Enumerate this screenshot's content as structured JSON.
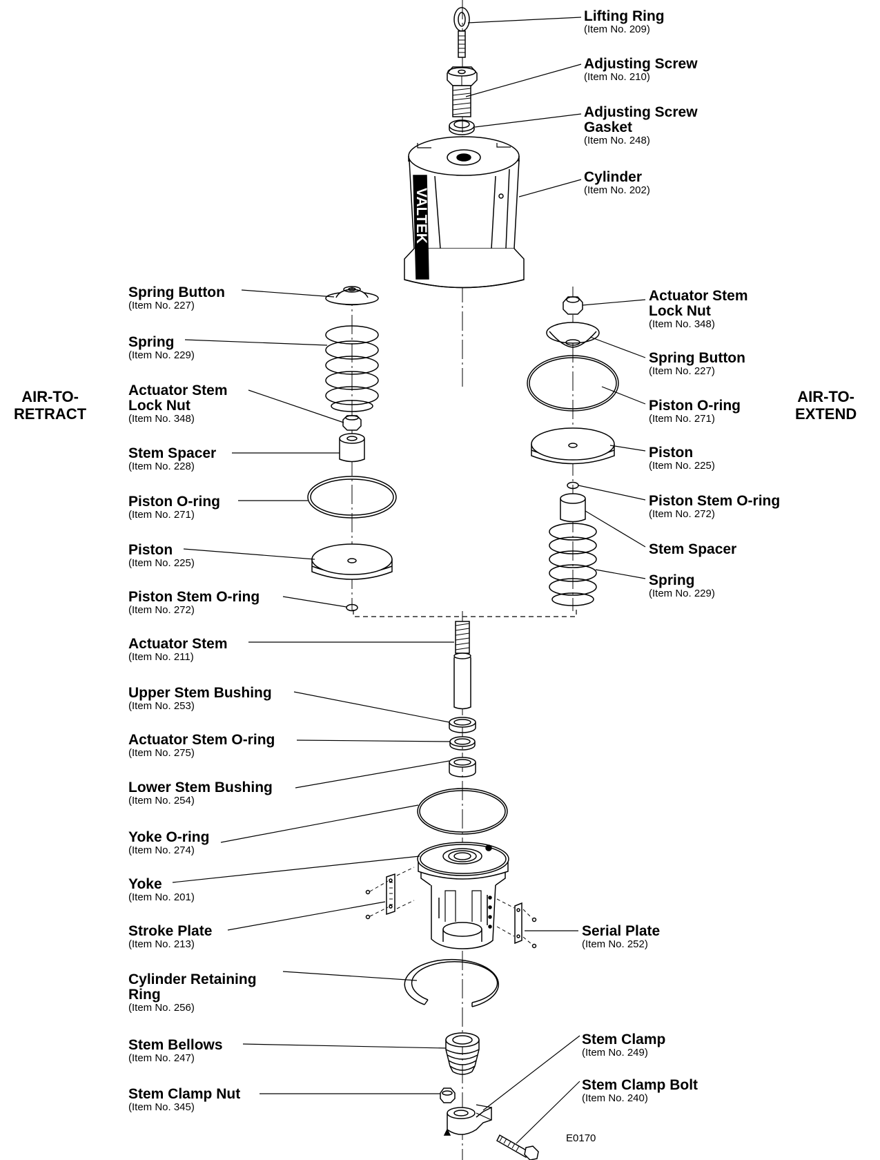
{
  "side_labels": {
    "left": [
      "AIR-TO-",
      "RETRACT"
    ],
    "right": [
      "AIR-TO-",
      "EXTEND"
    ]
  },
  "figure_code": "E0170",
  "brand_text": "VALTEK",
  "labels": {
    "lifting_ring": {
      "title": [
        "Lifting Ring"
      ],
      "item": "(Item No. 209)"
    },
    "adjusting_screw": {
      "title": [
        "Adjusting Screw"
      ],
      "item": "(Item No. 210)"
    },
    "adjusting_screw_gasket": {
      "title": [
        "Adjusting Screw",
        "Gasket"
      ],
      "item": "(Item  No. 248)"
    },
    "cylinder": {
      "title": [
        "Cylinder"
      ],
      "item": "(Item No. 202)"
    },
    "atr_spring_button": {
      "title": [
        "Spring Button"
      ],
      "item": "(Item No. 227)"
    },
    "atr_spring": {
      "title": [
        "Spring"
      ],
      "item": "(Item No. 229)"
    },
    "atr_stem_lock_nut": {
      "title": [
        "Actuator Stem",
        "Lock Nut"
      ],
      "item": "(Item No. 348)"
    },
    "atr_stem_spacer": {
      "title": [
        "Stem Spacer"
      ],
      "item": "(Item No. 228)"
    },
    "atr_piston_oring": {
      "title": [
        "Piston O-ring"
      ],
      "item": "(Item No. 271)"
    },
    "atr_piston": {
      "title": [
        "Piston"
      ],
      "item": "(Item No. 225)"
    },
    "atr_piston_stem_oring": {
      "title": [
        "Piston Stem O-ring"
      ],
      "item": "(Item No. 272)"
    },
    "ate_stem_lock_nut": {
      "title": [
        "Actuator Stem",
        "Lock Nut"
      ],
      "item": "(Item No. 348)"
    },
    "ate_spring_button": {
      "title": [
        "Spring Button"
      ],
      "item": "(Item No. 227)"
    },
    "ate_piston_oring": {
      "title": [
        "Piston O-ring"
      ],
      "item": "(Item No. 271)"
    },
    "ate_piston": {
      "title": [
        "Piston"
      ],
      "item": "(Item No. 225)"
    },
    "ate_piston_stem_oring": {
      "title": [
        "Piston Stem O-ring"
      ],
      "item": "(Item No. 272)"
    },
    "ate_stem_spacer": {
      "title": [
        "Stem Spacer"
      ],
      "item": ""
    },
    "ate_spring": {
      "title": [
        "Spring"
      ],
      "item": "(Item No. 229)"
    },
    "actuator_stem": {
      "title": [
        "Actuator Stem"
      ],
      "item": "(Item No. 211)"
    },
    "upper_stem_bushing": {
      "title": [
        "Upper Stem Bushing"
      ],
      "item": "(Item No. 253)"
    },
    "actuator_stem_oring": {
      "title": [
        "Actuator Stem O-ring"
      ],
      "item": "(Item No. 275)"
    },
    "lower_stem_bushing": {
      "title": [
        "Lower Stem Bushing"
      ],
      "item": "(Item No. 254)"
    },
    "yoke_oring": {
      "title": [
        "Yoke O-ring"
      ],
      "item": "(Item No. 274)"
    },
    "yoke": {
      "title": [
        "Yoke"
      ],
      "item": "(Item No. 201)"
    },
    "stroke_plate": {
      "title": [
        "Stroke Plate"
      ],
      "item": "(Item No. 213)"
    },
    "serial_plate": {
      "title": [
        "Serial Plate"
      ],
      "item": "(Item No. 252)"
    },
    "cylinder_retaining_ring": {
      "title": [
        "Cylinder Retaining",
        "Ring"
      ],
      "item": "(Item No. 256)"
    },
    "stem_bellows": {
      "title": [
        "Stem Bellows"
      ],
      "item": "(Item No. 247)"
    },
    "stem_clamp_nut": {
      "title": [
        "Stem Clamp Nut"
      ],
      "item": "(Item No. 345)"
    },
    "stem_clamp": {
      "title": [
        "Stem Clamp"
      ],
      "item": "(Item No. 249)"
    },
    "stem_clamp_bolt": {
      "title": [
        "Stem Clamp Bolt"
      ],
      "item": "(Item No. 240)"
    }
  }
}
